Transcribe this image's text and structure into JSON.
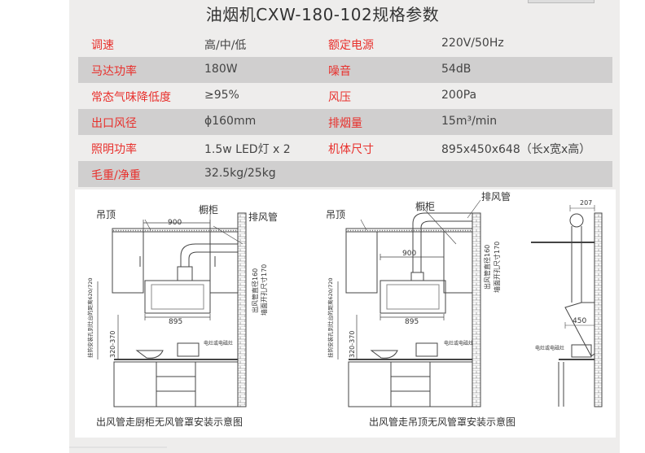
{
  "title": "油烟机CXW-180-102规格参数",
  "colors": {
    "label": "#e8302c",
    "row_shade": "#d0cfcf",
    "panel": "#eeedec"
  },
  "specs": [
    {
      "label1": "调速",
      "value1": "高/中/低",
      "label2": "额定电源",
      "value2": "220V/50Hz"
    },
    {
      "label1": "马达功率",
      "value1": "180W",
      "label2": "噪音",
      "value2": "54dB"
    },
    {
      "label1": "常态气味降低度",
      "value1": "≥95%",
      "label2": "风压",
      "value2": "200Pa"
    },
    {
      "label1": "出口风径",
      "value1": "ϕ160mm",
      "label2": "排烟量",
      "value2": "15m³/min"
    },
    {
      "label1": "照明功率",
      "value1": "1.5w LED灯 x 2",
      "label2": "机体尺寸",
      "value2": "895x450x648（长x宽x高）"
    },
    {
      "label1": "毛重/净重",
      "value1": "32.5kg/25kg",
      "label2": "",
      "value2": ""
    }
  ],
  "diagrams": {
    "ceiling": "吊顶",
    "cabinet": "橱柜",
    "exhaust_pipe": "排风管",
    "width_900": "900",
    "width_895": "895",
    "pipe_diameter": "出风管直径160",
    "wall_hole": "墙面开孔尺寸170",
    "hook_distance": "挂钩安装孔到灶台的距离620/720",
    "height_range": "320-370",
    "stove": "电灶或电磁灶",
    "depth_207": "207",
    "depth_450": "450",
    "caption1": "出风管走厨柜无风管罩安装示意图",
    "caption2": "出风管走吊顶无风管罩安装示意图"
  }
}
